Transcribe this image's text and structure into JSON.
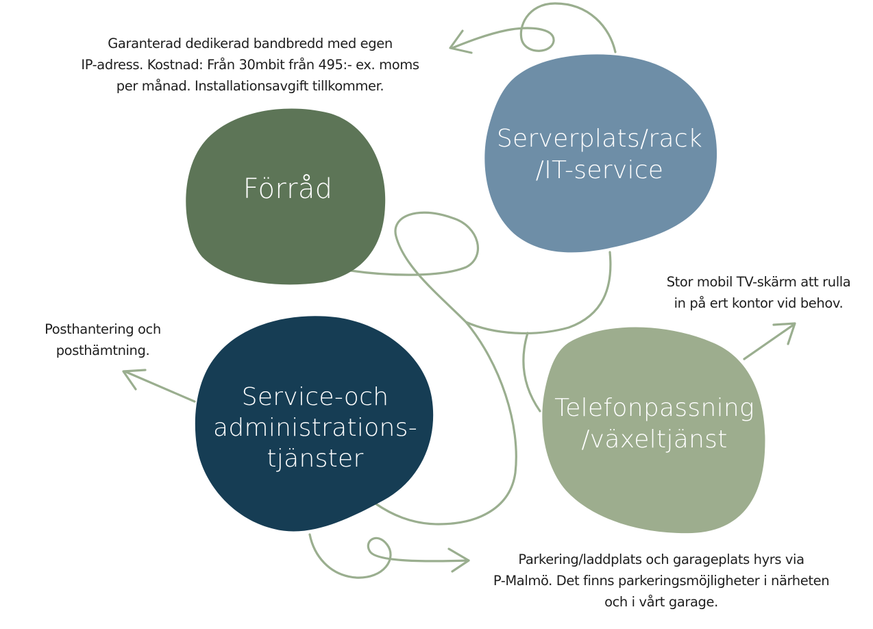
{
  "colors": {
    "connector": "#9aae8f",
    "forrad": "#5d7557",
    "server": "#6e8ea7",
    "service": "#163d54",
    "telefon": "#9dad8e",
    "text_dark": "#1e1e1e",
    "text_light": "#ffffff"
  },
  "nodes": {
    "forrad": {
      "label": "Förråd"
    },
    "server": {
      "label": "Serverplats/rack\n/IT-service"
    },
    "service": {
      "label": "Service-och\nadministrations-\ntjänster"
    },
    "telefon": {
      "label": "Telefonpassning\n/växeltjänst"
    }
  },
  "notes": {
    "server_note": "Garanterad dedikerad bandbredd med egen\nIP-adress. Kostnad: Från 30mbit från 495:- ex. moms\nper månad. Installationsavgift tillkommer.",
    "telefon_note": "Stor mobil TV-skärm att rulla\nin på ert kontor vid behov.",
    "service_note": "Posthantering och\nposthämtning.",
    "parking_note": "Parkering/laddplats och garageplats hyrs via\nP-Malmö. Det finns parkeringsmöjligheter i närheten\noch i vårt garage."
  },
  "icons": {
    "arrows": [
      "arrow-to-server-note",
      "arrow-to-telefon-note",
      "arrow-to-service-note",
      "arrow-to-parking-note"
    ]
  }
}
